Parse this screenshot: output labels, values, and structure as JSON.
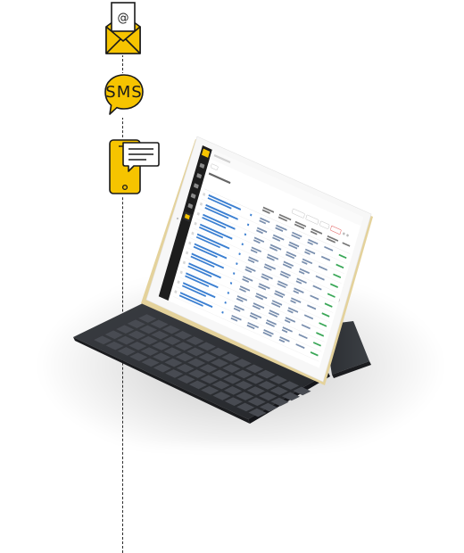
{
  "channels": {
    "email": {
      "icon": "email-envelope-icon",
      "glyph": "@"
    },
    "sms": {
      "icon": "sms-bubble-icon",
      "label": "SMS"
    },
    "messenger": {
      "icon": "phone-message-icon"
    }
  },
  "colors": {
    "accent_yellow": "#F6C400",
    "outline": "#1a1a1a",
    "line": "#2a2a2a",
    "tablet_gold": "#E9D9A6",
    "keyboard": "#2e3136",
    "sidebar_dark": "#1d1d1d",
    "link_blue": "#3b7fd1",
    "status_green": "#3aa757"
  },
  "tablet_screen": {
    "table_rows": 11,
    "columns": 7
  }
}
